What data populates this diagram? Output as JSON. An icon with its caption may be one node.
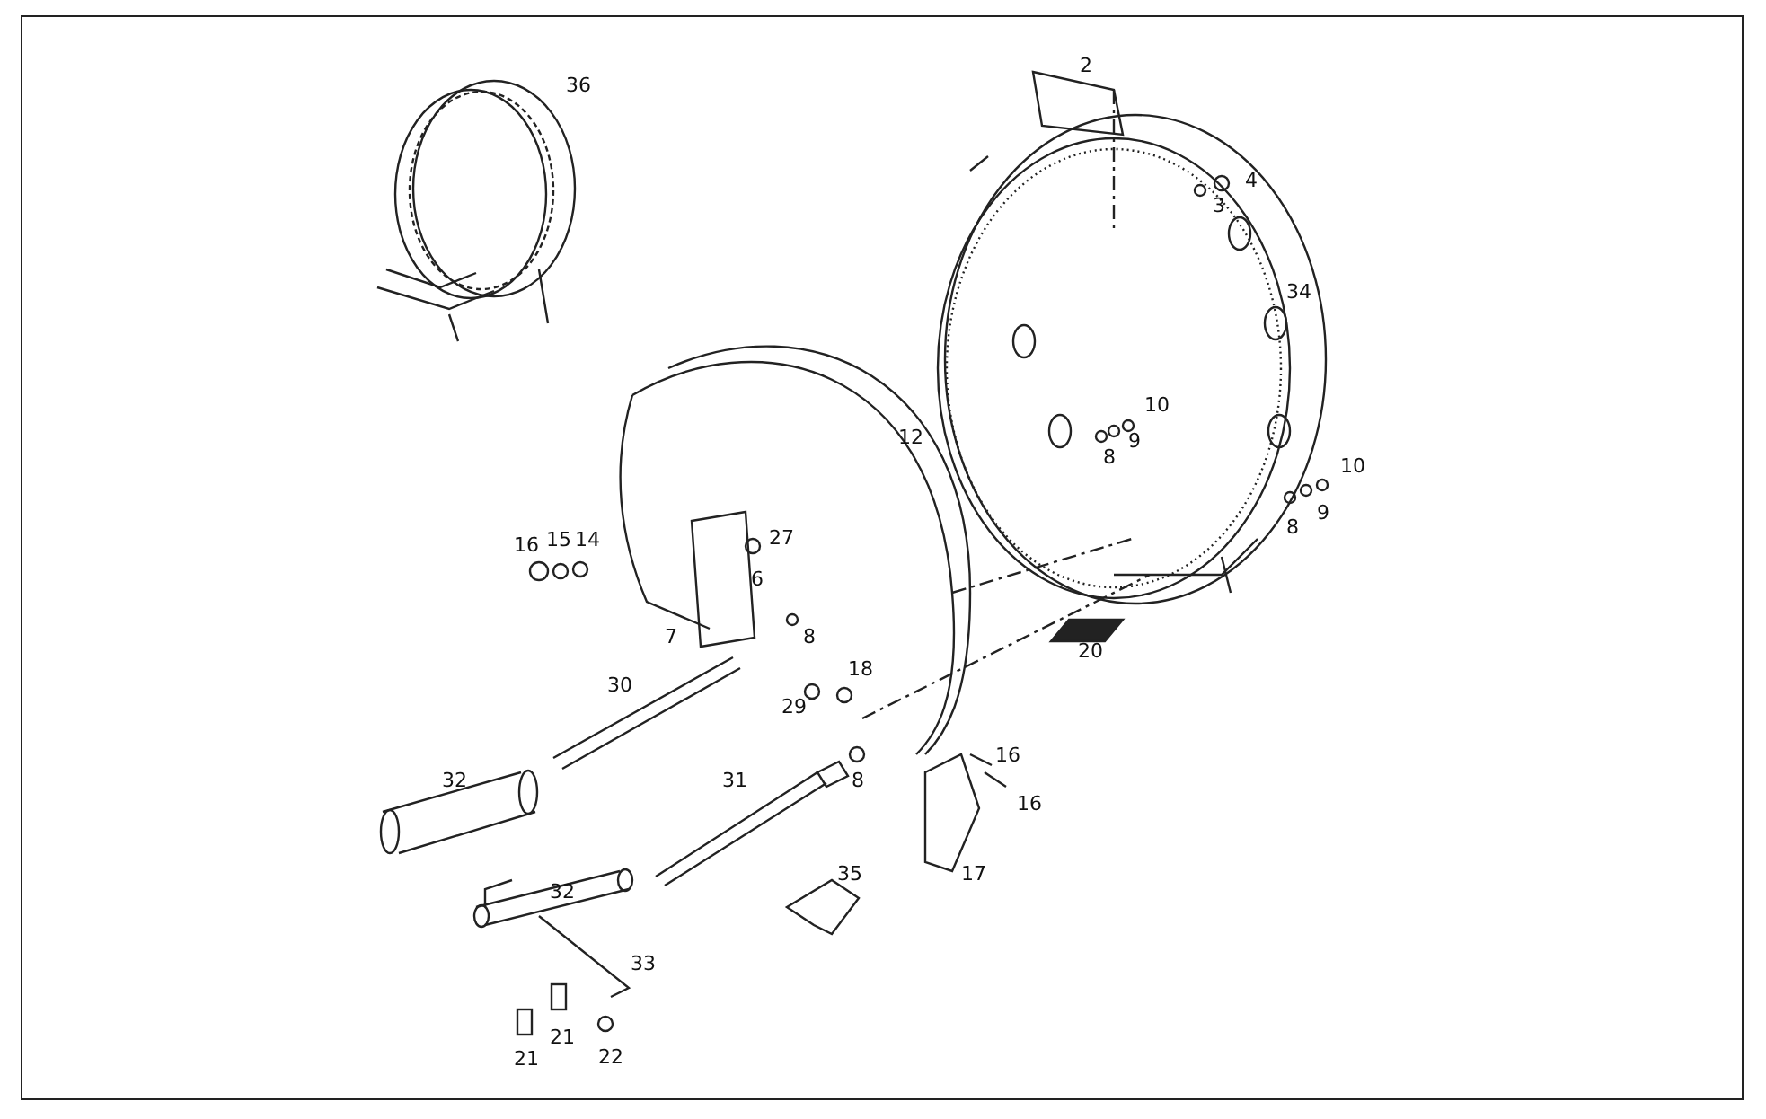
{
  "diagram": {
    "labels": [
      "36",
      "2",
      "4",
      "3",
      "34",
      "10",
      "12",
      "9",
      "8",
      "10",
      "9",
      "8",
      "16",
      "15",
      "14",
      "27",
      "6",
      "7",
      "8",
      "20",
      "18",
      "30",
      "29",
      "32",
      "31",
      "8",
      "16",
      "16",
      "35",
      "17",
      "32",
      "33",
      "21",
      "21",
      "22"
    ]
  }
}
